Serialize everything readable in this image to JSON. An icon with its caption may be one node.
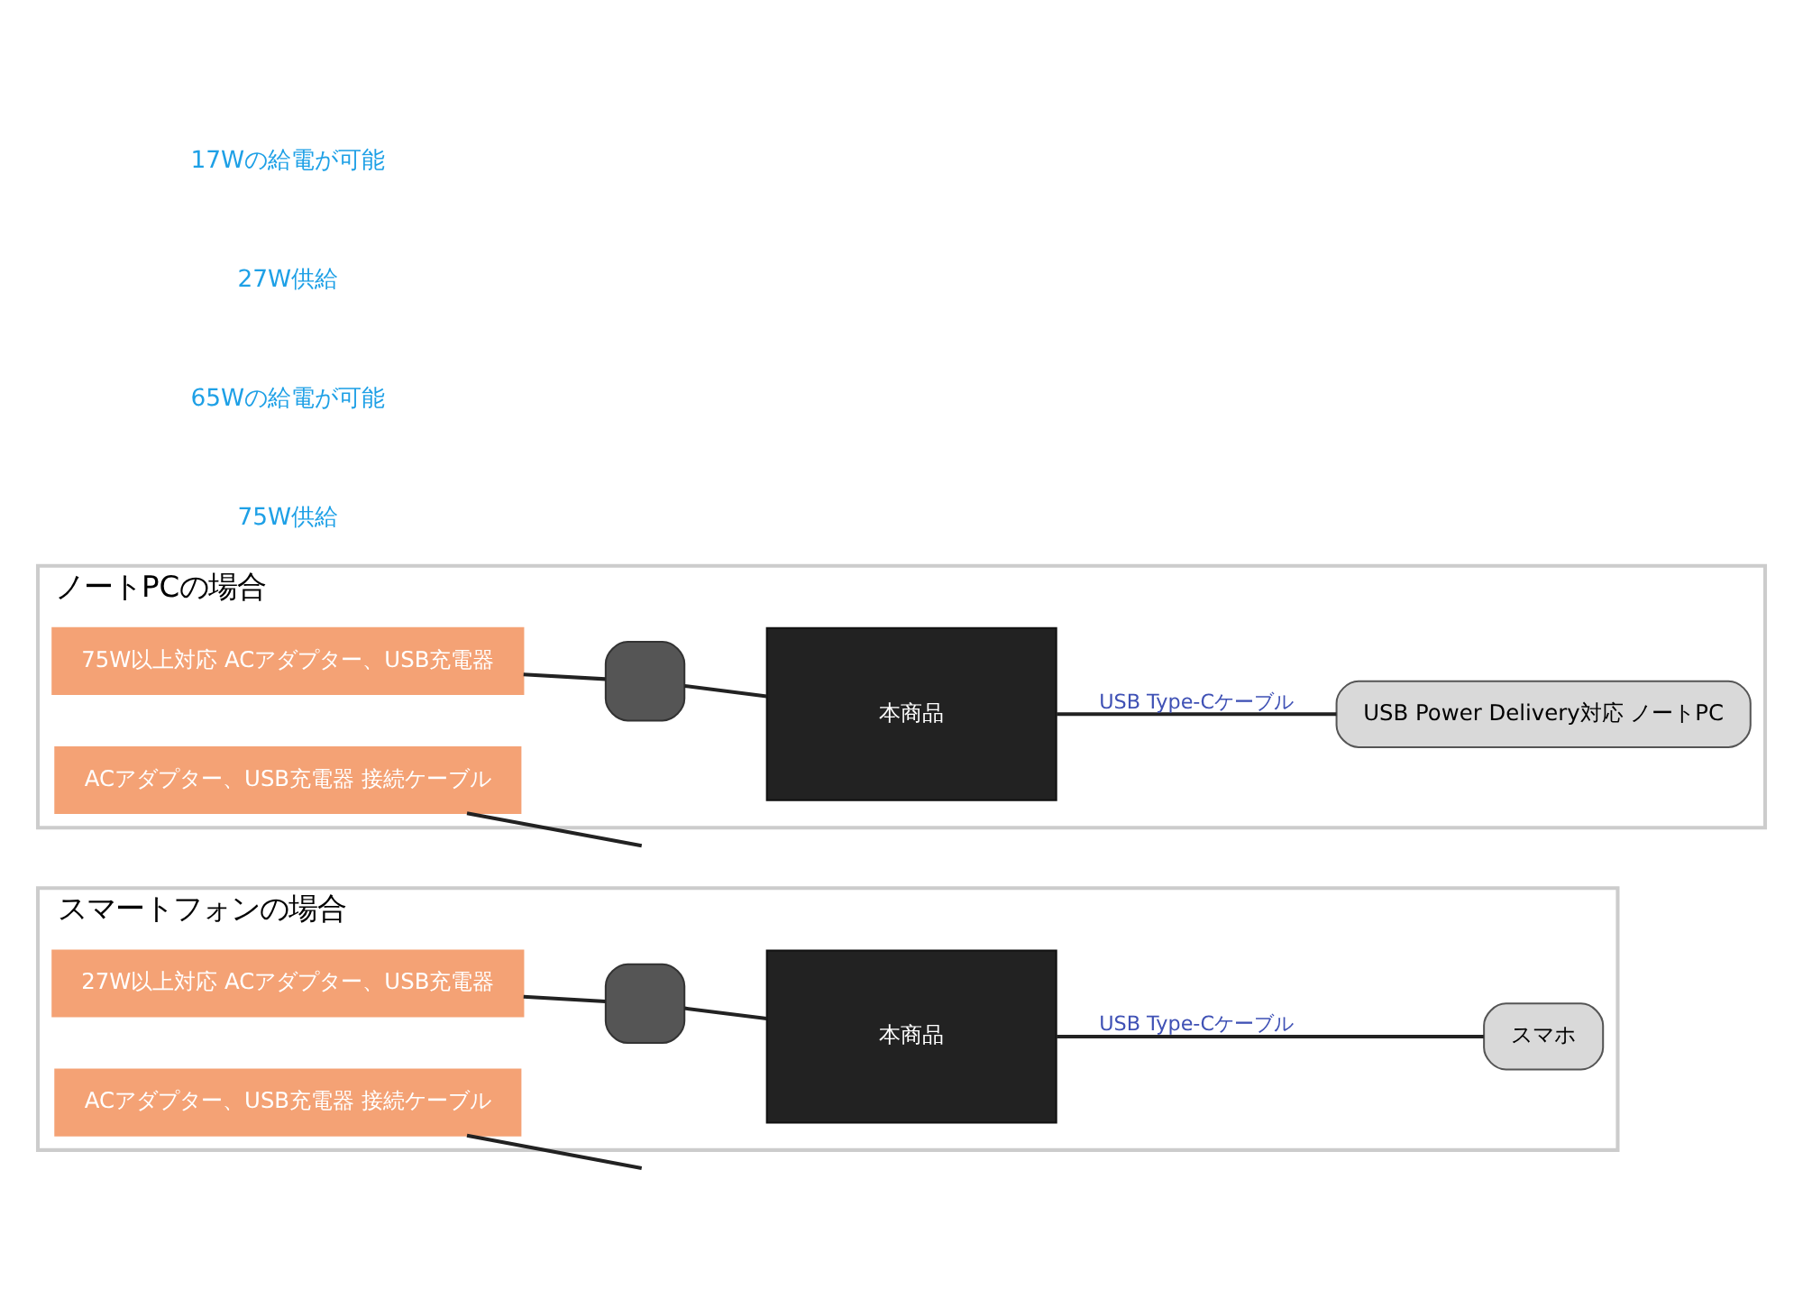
{
  "diagram": {
    "nodes": [
      {
        "text": [
          "ノートPCの場合"
        ]
      },
      {
        "text": [
          "75W以上対応 ACアダプター、USB充電器"
        ],
        "in": 0
      },
      {
        "text": [],
        "shape": "box",
        "in": 0
      },
      {
        "text": [
          "ACアダプター、USB充電器 接続ケーブル"
        ],
        "in": 0
      },
      {
        "text": [
          "USB Power Delivery対応 ノートPC"
        ],
        "in": 0
      },
      {
        "text": [
          "本商品"
        ],
        "in": 0
      },
      {
        "text": [
          "スマートフォンの場合"
        ]
      },
      {
        "text": [
          "27W以上対応 ACアダプター、USB充電器"
        ],
        "in": 6
      },
      {
        "text": [],
        "shape": "box",
        "in": 6
      },
      {
        "text": [
          "ACアダプター、USB充電器 接続ケーブル"
        ],
        "in": 6
      },
      {
        "text": [
          "スマホ"
        ],
        "in": 6
      },
      {
        "text": [
          "本商品"
        ],
        "in": 6
      }
    ],
    "edges": [
      {
        "from": 1,
        "to": 2,
        "arrow": "none"
      },
      {
        "from": 2,
        "to": 5,
        "arrow": "none"
      },
      {
        "from": 3,
        "to": null,
        "arrow": "none"
      },
      {
        "from": 5,
        "to": 4,
        "arrow": "none",
        "label": "USB Type-Cケーブル"
      },
      {
        "from": 7,
        "to": 8,
        "arrow": "none"
      },
      {
        "from": 8,
        "to": 11,
        "arrow": "none"
      },
      {
        "from": 9,
        "to": null,
        "arrow": "none"
      },
      {
        "from": 11,
        "to": 10,
        "arrow": "none",
        "label": "USB Type-Cケーブル"
      }
    ],
    "labels": [
      "75W供給",
      "65Wの給電が可能",
      "27W供給",
      "17Wの給電が可能"
    ]
  }
}
